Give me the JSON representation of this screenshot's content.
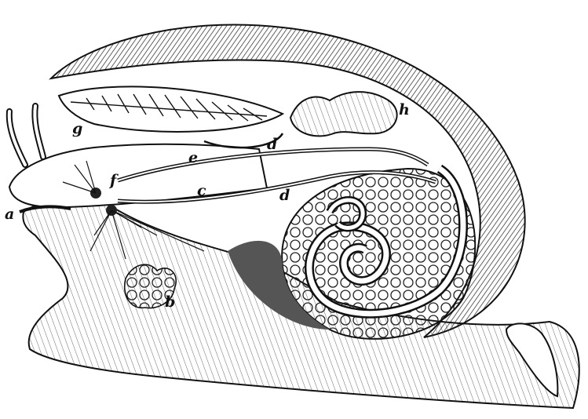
{
  "colors": {
    "ink": "#111111",
    "paper": "#ffffff",
    "shade": "#555555",
    "gland": "#777777"
  },
  "labels": {
    "a": "a",
    "b": "b",
    "c": "c",
    "d1": "d",
    "d2": "d",
    "e": "e",
    "f": "f",
    "g": "g",
    "h": "h"
  }
}
